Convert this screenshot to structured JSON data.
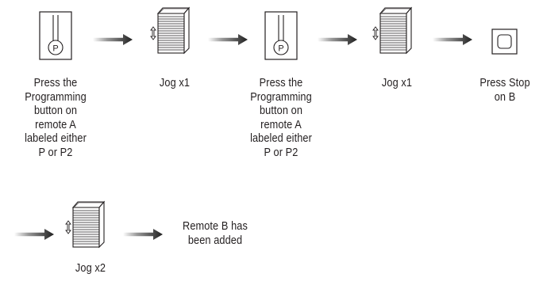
{
  "steps": [
    {
      "icon": "remote-p-button-icon",
      "caption": "Press the\nProgramming\nbutton on\nremote A\nlabeled either\nP or P2",
      "button_glyph": "P"
    },
    {
      "icon": "shutter-door-icon",
      "caption": "Jog x1"
    },
    {
      "icon": "remote-p-button-icon",
      "caption": "Press the\nProgramming\nbutton on\nremote A\nlabeled either\nP or P2",
      "button_glyph": "P"
    },
    {
      "icon": "shutter-door-icon",
      "caption": "Jog x1"
    },
    {
      "icon": "stop-button-icon",
      "caption": "Press Stop\non B"
    },
    {
      "icon": "shutter-door-icon",
      "caption": "Jog x2"
    },
    {
      "icon": "none",
      "caption": "Remote B has\nbeen added"
    }
  ],
  "colors": {
    "ink": "#231f20",
    "arrow_dark": "#1f1f1f",
    "arrow_light": "#9a9a9a"
  }
}
